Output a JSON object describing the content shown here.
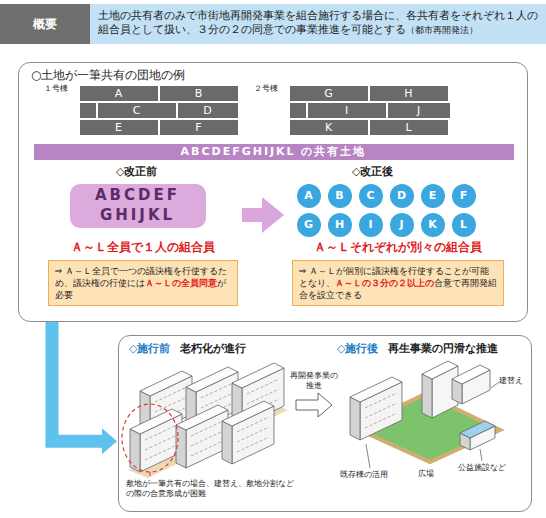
{
  "diagram": {
    "nodes": [
      {
        "text": [
          "概要"
        ]
      },
      {
        "text": [
          "土地の共有者のみで市街地再開発事業を組合施行する場合に、各共有者をそれぞれ１人の組合員として扱い、３分の２の同意での事業推進を可能とする",
          "（都市再開発法）"
        ]
      },
      {
        "text": [
          "○土地が一筆共有の団地の例"
        ]
      },
      {
        "text": [
          "ABCDEFGHIJKL の共有土地"
        ],
        "in": 2
      },
      {
        "text": [
          "A"
        ],
        "in": 2
      },
      {
        "text": [
          "B"
        ],
        "in": 2
      },
      {
        "text": [
          "C"
        ],
        "in": 2
      },
      {
        "text": [
          "D"
        ],
        "in": 2
      },
      {
        "text": [
          "E"
        ],
        "in": 2
      },
      {
        "text": [
          "F"
        ],
        "in": 2
      },
      {
        "text": [
          "G"
        ],
        "in": 2
      },
      {
        "text": [
          "H"
        ],
        "in": 2
      },
      {
        "text": [
          "I"
        ],
        "in": 2
      },
      {
        "text": [
          "J"
        ],
        "in": 2
      },
      {
        "text": [
          "K"
        ],
        "in": 2
      },
      {
        "text": [
          "L"
        ],
        "in": 2
      },
      {
        "text": [
          "ABCDEF GHIJKL"
        ],
        "in": 2
      },
      {
        "text": [
          "⇒ Ａ～Ｌ全員で一つの議決権を行使するため、議決権の行使には",
          "Ａ～Ｌの全員同意",
          "が必要"
        ],
        "in": 2
      },
      {
        "text": [
          "A"
        ],
        "in": 2
      },
      {
        "text": [
          "B"
        ],
        "in": 2
      },
      {
        "text": [
          "C"
        ],
        "in": 2
      },
      {
        "text": [
          "D"
        ],
        "in": 2
      },
      {
        "text": [
          "E"
        ],
        "in": 2
      },
      {
        "text": [
          "F"
        ],
        "in": 2
      },
      {
        "text": [
          "G"
        ],
        "in": 2
      },
      {
        "text": [
          "H"
        ],
        "in": 2
      },
      {
        "text": [
          "I"
        ],
        "in": 2
      },
      {
        "text": [
          "J"
        ],
        "in": 2
      },
      {
        "text": [
          "K"
        ],
        "in": 2
      },
      {
        "text": [
          "L"
        ],
        "in": 2
      },
      {
        "text": [
          "⇒ Ａ～Ｌが個別に議決権を行使することが可能となり、",
          "Ａ～Ｌの３分の２以上の",
          "合意で再開発組合を設立できる"
        ],
        "in": 2
      },
      {
        "text": [
          "◇施行前",
          "老朽化が進行",
          "◇施行後",
          "再生事業の円滑な推進"
        ]
      }
    ],
    "edges": [
      {
        "from": 2,
        "to": 31,
        "arrow": "to"
      }
    ],
    "labels": [
      "１号棟",
      "２号棟",
      "◇改正前",
      "Ａ～Ｌ全員で１人の組合員",
      "◇改正後",
      "Ａ～Ｌそれぞれが別々の組合員",
      "敷地が一筆共有の場合、建替え、敷地分割などの際の合意形成が困難",
      "再開発事業の推進",
      "建替え",
      "公益施設など",
      "広場",
      "既存棟の活用"
    ]
  }
}
